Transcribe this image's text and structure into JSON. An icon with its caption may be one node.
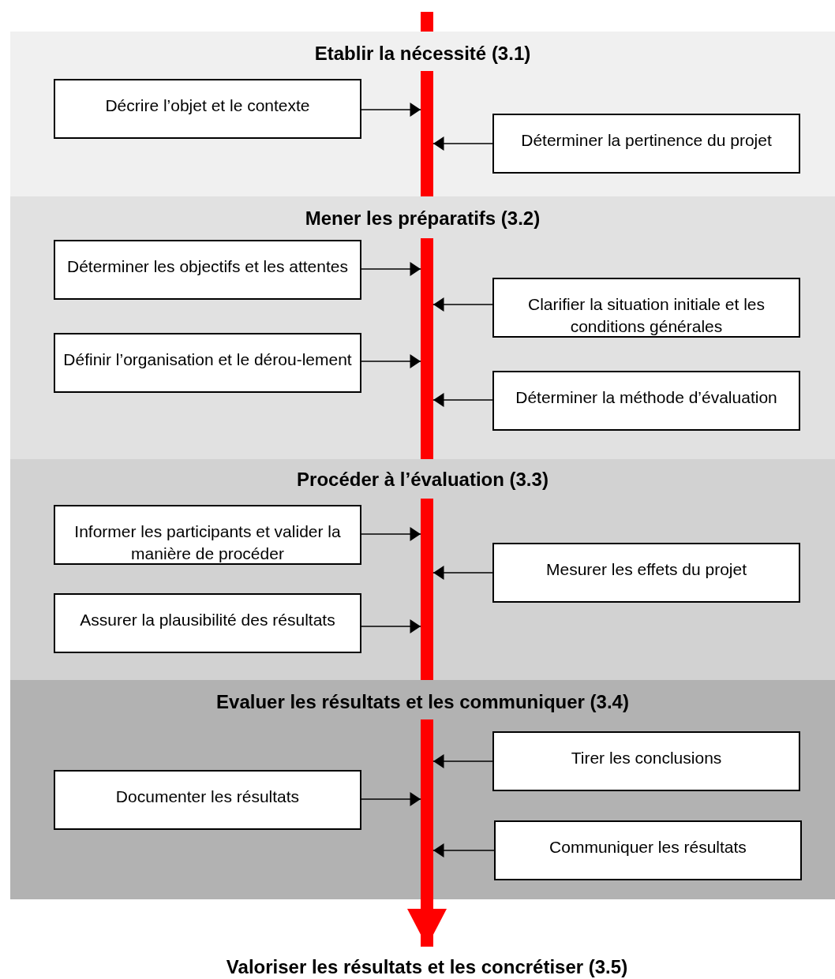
{
  "diagram": {
    "nodes": [
      {
        "text": [
          "Etablir la nécessité (3.1)"
        ]
      },
      {
        "text": [
          "Décrire l’objet et le contexte"
        ],
        "in": 0
      },
      {
        "text": [
          "Déterminer la pertinence du projet"
        ],
        "in": 0
      },
      {
        "text": [],
        "shape": "bar",
        "in": 0
      },
      {
        "text": [
          "Mener les préparatifs (3.2)"
        ]
      },
      {
        "text": [
          "Déterminer les objectifs et les attentes"
        ],
        "in": 4
      },
      {
        "text": [
          "Clarifier la situation initiale et les conditions générales"
        ],
        "in": 4
      },
      {
        "text": [
          "Définir l’organisation et le dérou-lement"
        ],
        "in": 4
      },
      {
        "text": [
          "Déterminer la méthode d’évaluation"
        ],
        "in": 4
      },
      {
        "text": [],
        "shape": "bar",
        "in": 4
      },
      {
        "text": [
          "Procéder à l’évaluation (3.3)"
        ]
      },
      {
        "text": [
          "Informer les participants et valider la manière de procéder"
        ],
        "in": 10
      },
      {
        "text": [
          "Mesurer les effets du projet"
        ],
        "in": 10
      },
      {
        "text": [
          "Assurer la plausibilité des résultats"
        ],
        "in": 10
      },
      {
        "text": [],
        "shape": "bar",
        "in": 10
      },
      {
        "text": [
          "Evaluer les résultats et les communiquer (3.4)"
        ]
      },
      {
        "text": [
          "Tirer les conclusions"
        ],
        "in": 15
      },
      {
        "text": [
          "Documenter les résultats"
        ],
        "in": 15
      },
      {
        "text": [
          "Communiquer les résultats"
        ],
        "in": 15
      },
      {
        "text": [],
        "shape": "bar",
        "in": 15
      },
      {
        "text": [
          "Valoriser les résultats et les concrétiser (3.5)"
        ]
      }
    ],
    "edges": [
      {
        "from": 1,
        "to": 3,
        "arrow": "to"
      },
      {
        "from": 2,
        "to": 3,
        "arrow": "to"
      },
      {
        "from": 5,
        "to": 9,
        "arrow": "to"
      },
      {
        "from": 6,
        "to": 9,
        "arrow": "to"
      },
      {
        "from": 7,
        "to": 9,
        "arrow": "to"
      },
      {
        "from": 8,
        "to": 9,
        "arrow": "to"
      },
      {
        "from": 11,
        "to": 14,
        "arrow": "to"
      },
      {
        "from": 12,
        "to": 14,
        "arrow": "to"
      },
      {
        "from": 13,
        "to": 14,
        "arrow": "to"
      },
      {
        "from": 16,
        "to": 19,
        "arrow": "to"
      },
      {
        "from": 17,
        "to": 19,
        "arrow": "to"
      },
      {
        "from": 18,
        "to": 19,
        "arrow": "to"
      },
      {
        "from": 19,
        "to": 20,
        "arrow": "to",
        "style": "thick",
        "color": "#ff0000"
      }
    ]
  }
}
